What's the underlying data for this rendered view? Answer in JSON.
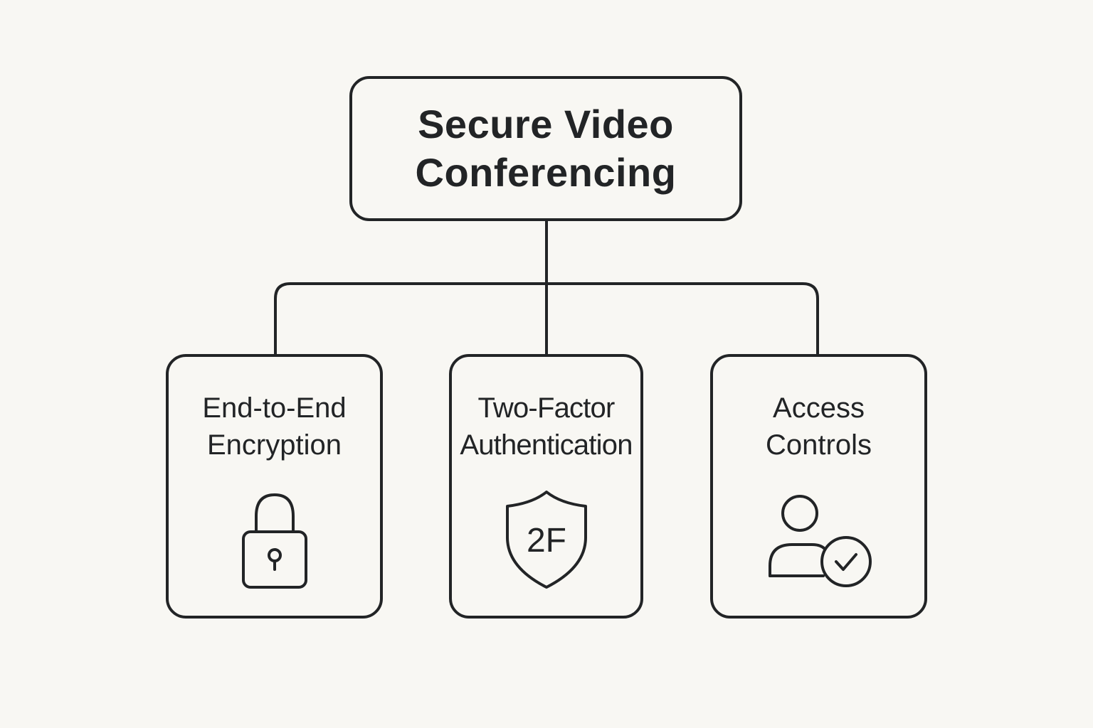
{
  "root": {
    "title_line1": "Secure Video",
    "title_line2": "Conferencing"
  },
  "children": [
    {
      "label_line1": "End-to-End",
      "label_line2": "Encryption",
      "icon": "lock-icon"
    },
    {
      "label_line1": "Two-Factor",
      "label_line2": "Authentication",
      "icon": "shield-2f-icon",
      "icon_text": "2F"
    },
    {
      "label_line1": "Access",
      "label_line2": "Controls",
      "icon": "user-check-icon"
    }
  ],
  "colors": {
    "background": "#f8f7f3",
    "stroke": "#222426"
  }
}
